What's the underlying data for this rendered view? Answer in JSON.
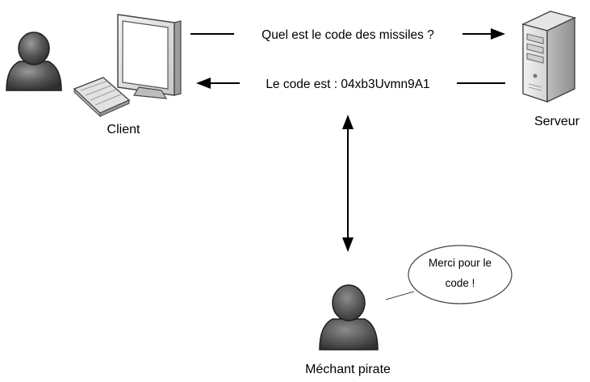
{
  "messages": {
    "request": "Quel est le code des missiles ?",
    "response": "Le code est : 04xb3Uvmn9A1"
  },
  "nodes": {
    "client": "Client",
    "server": "Serveur",
    "attacker": "Méchant pirate"
  },
  "bubble": {
    "line1": "Merci pour le",
    "line2": "code !"
  },
  "icons": {
    "client_person": "person-icon",
    "client_computer": "desktop-computer-icon",
    "server": "server-tower-icon",
    "attacker_person": "person-icon"
  },
  "colors": {
    "person_client": "#3a3a3a",
    "person_attacker": "#4a4a4a",
    "line": "#000000",
    "device_light": "#e8e8e8"
  }
}
